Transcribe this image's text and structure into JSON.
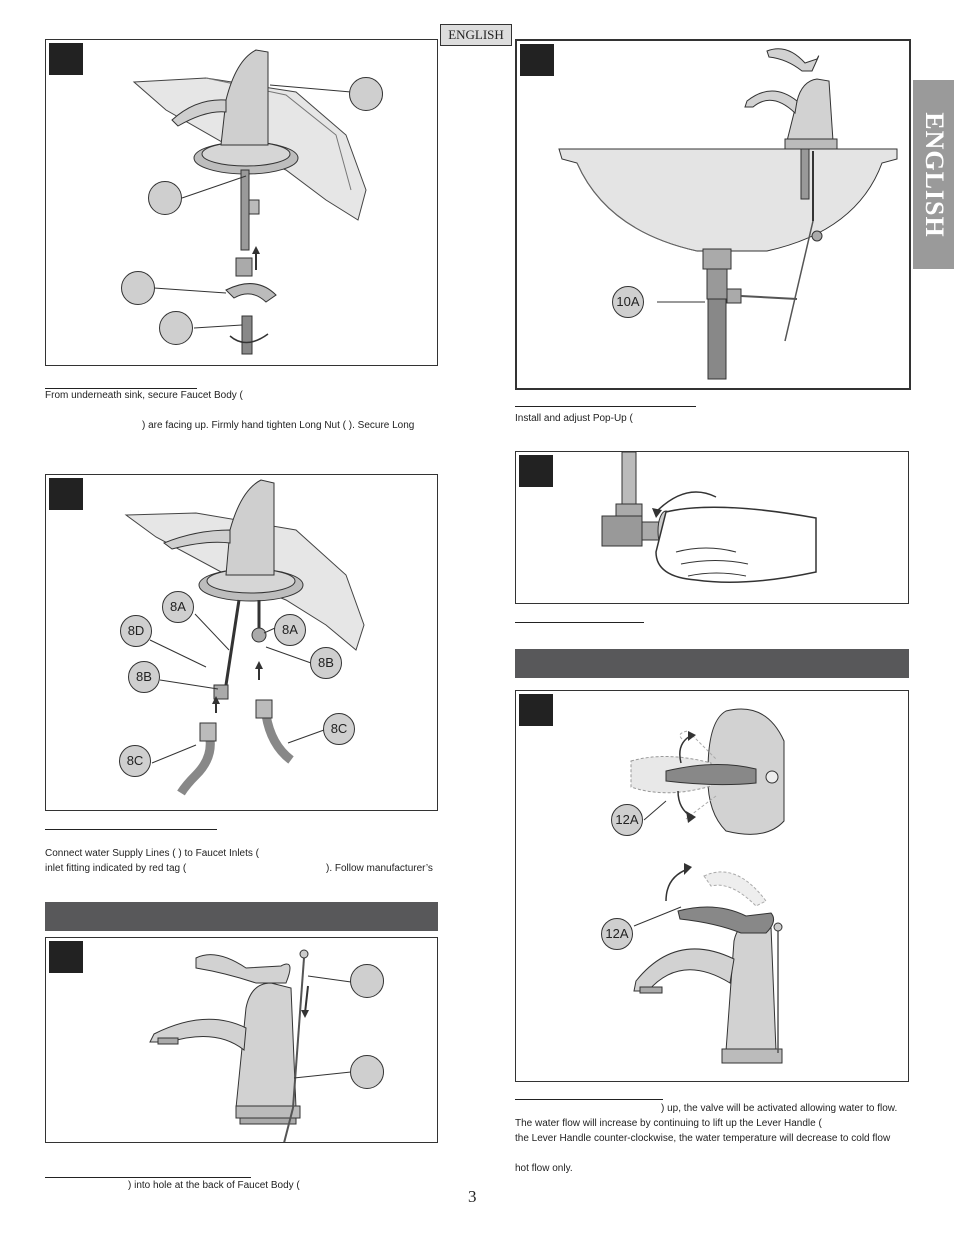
{
  "header": {
    "language_tab": "ENGLISH",
    "side_tab": "ENGLISH"
  },
  "page_number": "3",
  "step7": {
    "callouts": [],
    "text_line1": "From underneath sink, secure Faucet Body (",
    "text_line2": ") are facing up. Firmly hand tighten Long Nut (     ). Secure Long"
  },
  "step8": {
    "callouts": [
      "8A",
      "8D",
      "8A",
      "8B",
      "8B",
      "8C",
      "8C"
    ],
    "text_line1": "Connect water Supply Lines (     ) to Faucet Inlets (",
    "text_line2": "inlet fitting indicated by red tag (",
    "text_line2_right": ").  Follow manufacturer’s"
  },
  "step9": {
    "text_line1": ") into hole at the back of Faucet Body ("
  },
  "step10": {
    "callouts": [
      "10A"
    ],
    "text_line1": "Install and adjust Pop-Up ("
  },
  "step12": {
    "callouts": [
      "12A",
      "12A"
    ],
    "text_line1": ") up, the valve will be activated allowing water to flow.",
    "text_line2": "The water flow will increase by continuing to lift up the Lever Handle (",
    "text_line3": "the Lever Handle counter-clockwise, the water temperature will decrease to cold flow",
    "text_line4": "hot flow only."
  }
}
